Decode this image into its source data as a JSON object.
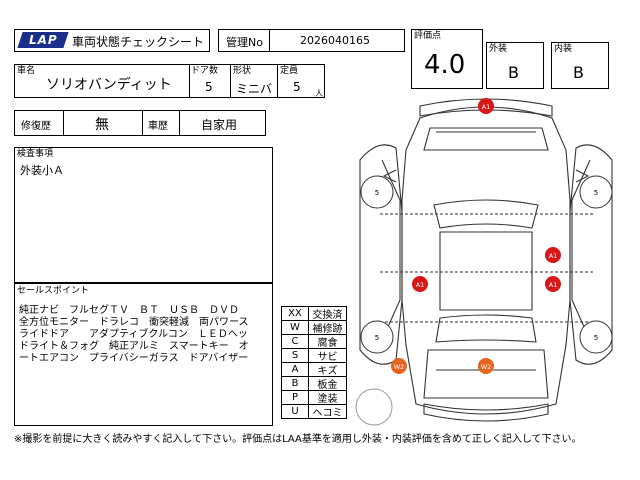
{
  "header": {
    "logo_text": "LAP",
    "title": "車両状態チェックシート",
    "mgmt_label": "管理No",
    "mgmt_value": "2026040165"
  },
  "score": {
    "label": "評価点",
    "value": "4.0",
    "exterior_label": "外装",
    "exterior_value": "B",
    "interior_label": "内装",
    "interior_value": "B"
  },
  "vehicle": {
    "name_label": "車名",
    "name_value": "ソリオバンディット",
    "doors_label": "ドア数",
    "doors_value": "5",
    "shape_label": "形状",
    "shape_value": "ミニバ",
    "capacity_label": "定員",
    "capacity_value": "5",
    "capacity_unit": "人"
  },
  "history": {
    "repair_label": "修復歴",
    "repair_value": "無",
    "usage_label": "車歴",
    "usage_value": "自家用"
  },
  "inspection": {
    "label": "検査事項",
    "value": "外装小Ａ"
  },
  "sales": {
    "label": "セールスポイント",
    "lines": [
      "純正ナビ　フルセグＴＶ　ＢＴ　ＵＳＢ　ＤＶＤ",
      "全方位モニター　ドラレコ　衝突軽減　両パワース",
      "ライドドア　　アダプティブクルコン　ＬＥＤヘッ",
      "ドライト＆フォグ　純正アルミ　スマートキー　オ",
      "ートエアコン　プライバシーガラス　ドアバイザー"
    ]
  },
  "legend": [
    {
      "code": "XX",
      "meaning": "交換済"
    },
    {
      "code": "W",
      "meaning": "補修跡"
    },
    {
      "code": "C",
      "meaning": "腐食"
    },
    {
      "code": "S",
      "meaning": "サビ"
    },
    {
      "code": "A",
      "meaning": "キズ"
    },
    {
      "code": "B",
      "meaning": "板金"
    },
    {
      "code": "P",
      "meaning": "塗装"
    },
    {
      "code": "U",
      "meaning": "ヘコミ"
    }
  ],
  "diagram": {
    "tire_label": "5",
    "markers": [
      {
        "label": "A1",
        "color": "#d81818"
      },
      {
        "label": "A1",
        "color": "#d81818"
      },
      {
        "label": "A1",
        "color": "#d81818"
      },
      {
        "label": "A1",
        "color": "#d81818"
      },
      {
        "label": "W2",
        "color": "#e8641e"
      },
      {
        "label": "W2",
        "color": "#e8641e"
      }
    ]
  },
  "footer": {
    "note": "※撮影を前提に大きく読みやすく記入して下さい。評価点はLAA基準を適用し外装・内装評価を含めて正しく記入して下さい。"
  }
}
